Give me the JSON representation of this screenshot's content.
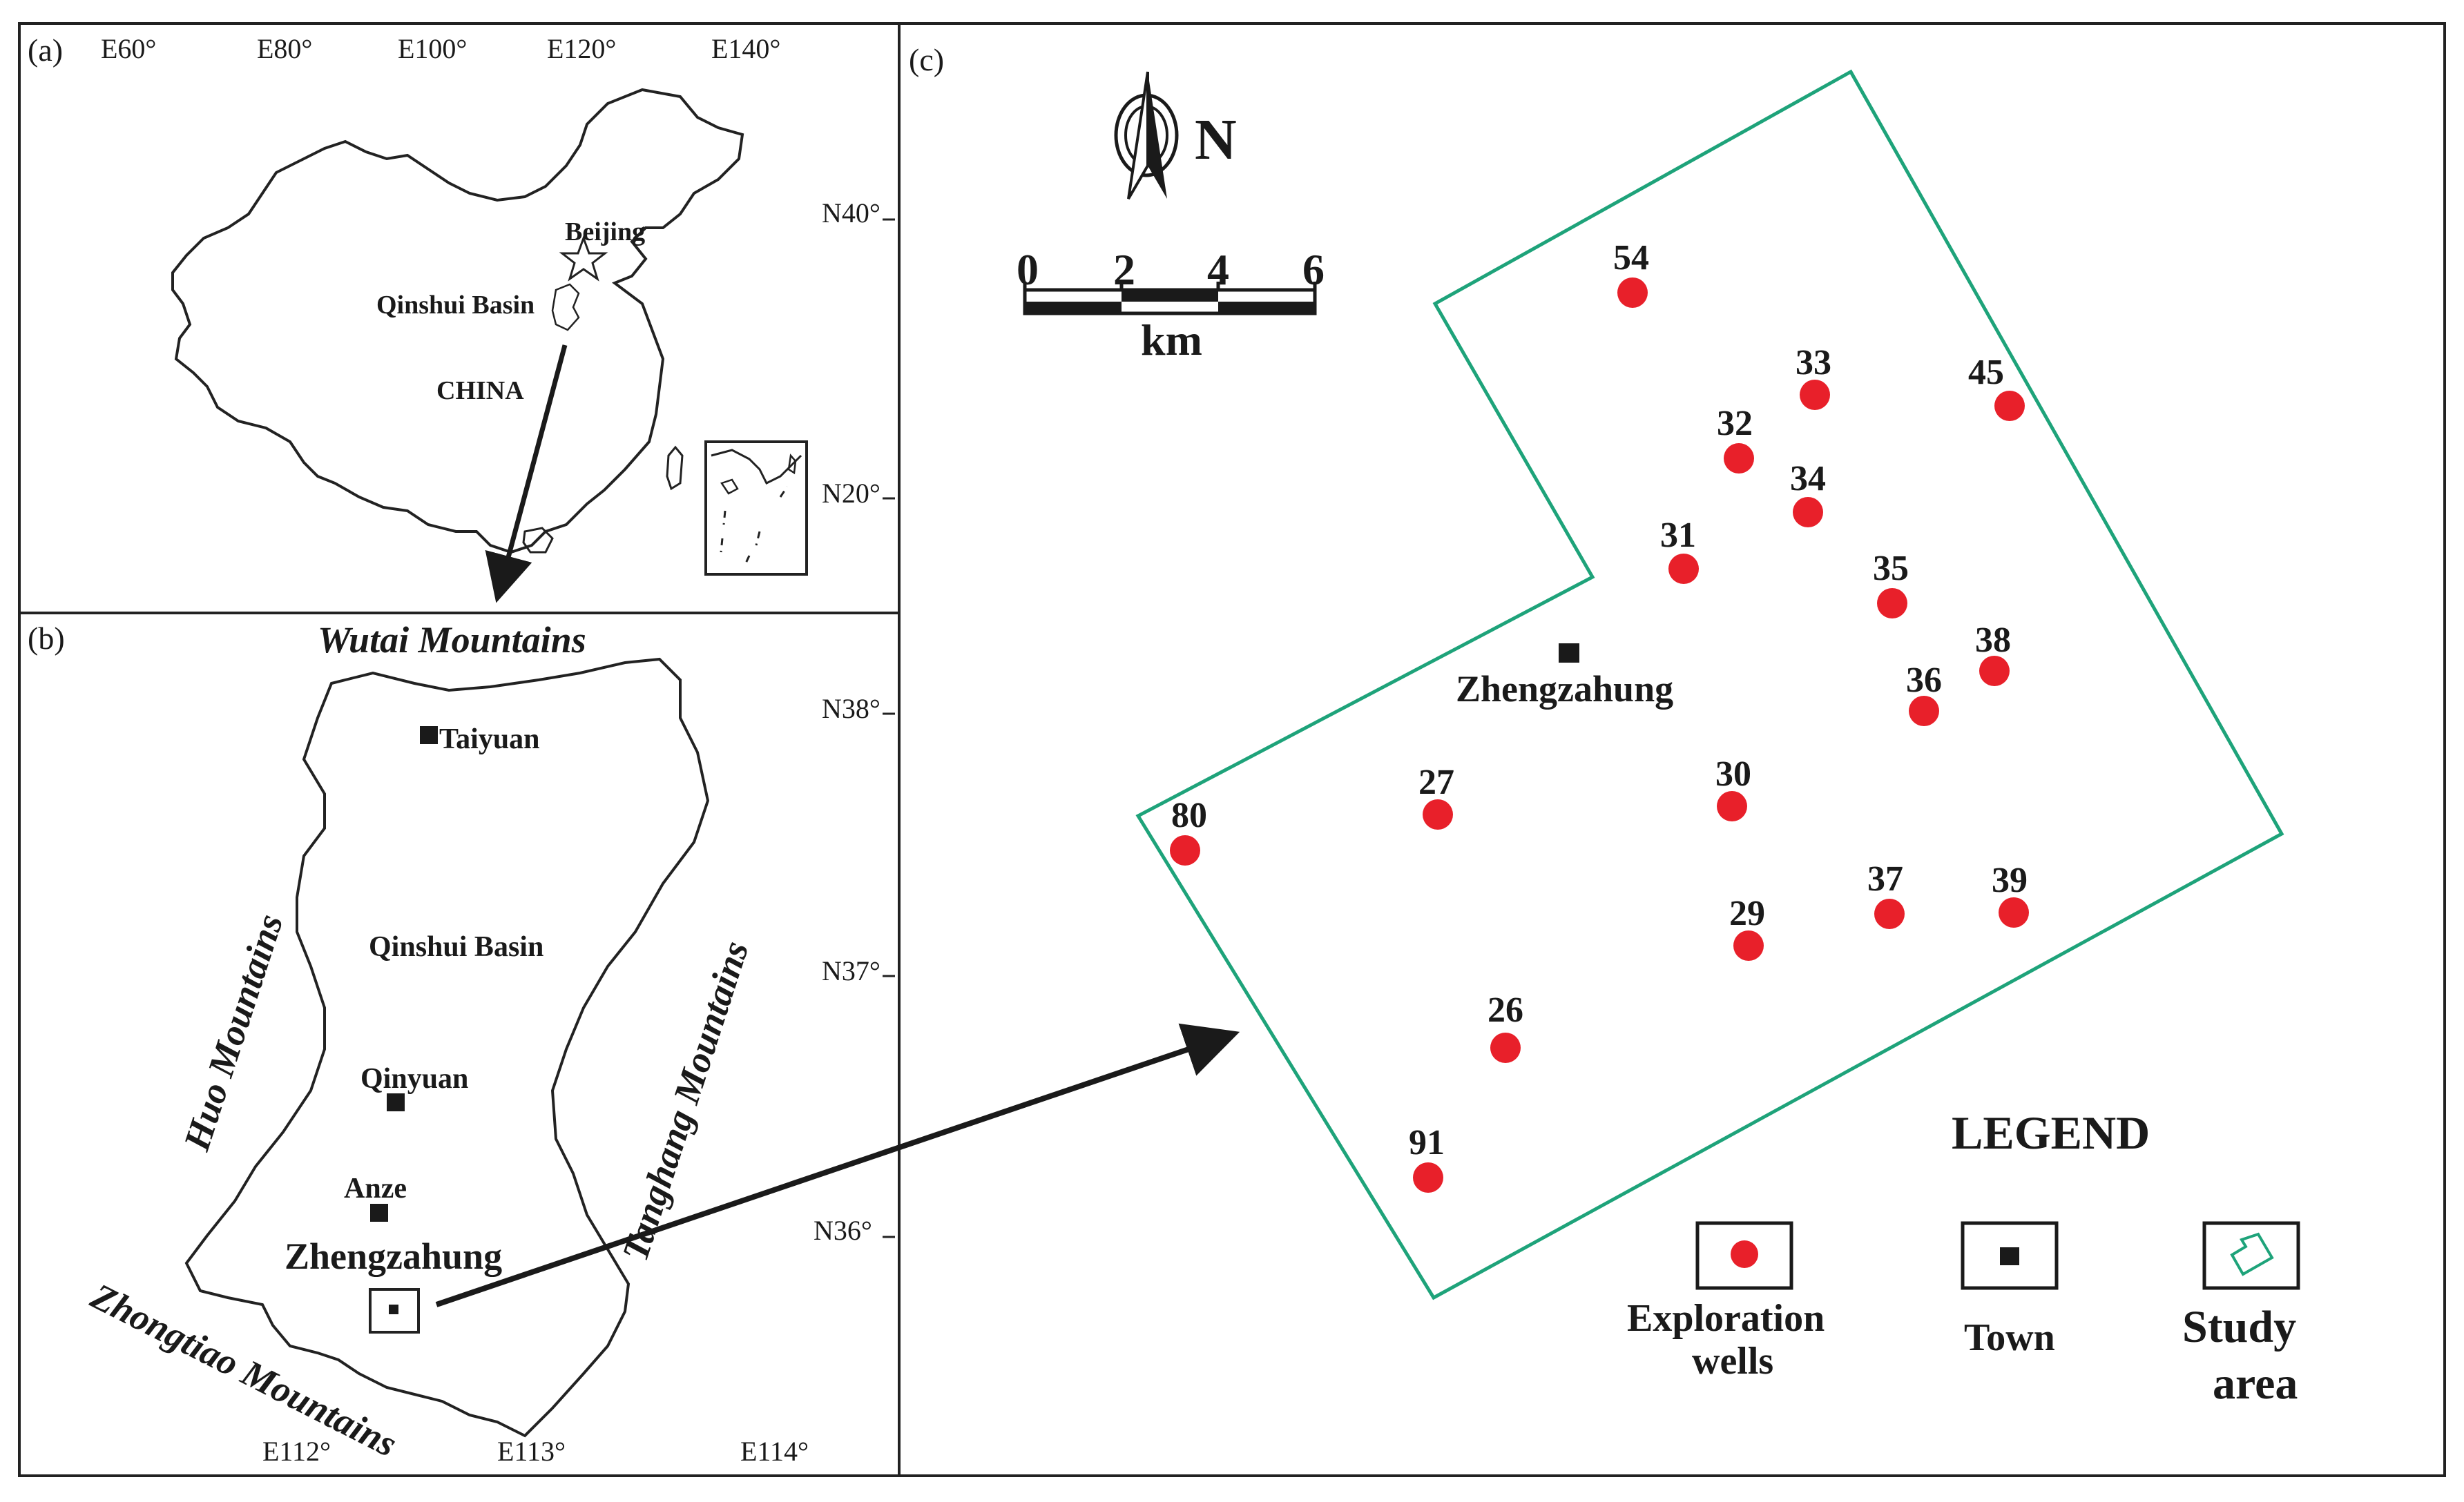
{
  "panels": {
    "a": {
      "label": "(a)",
      "lon_ticks": [
        "E60°",
        "E80°",
        "E100°",
        "E120°",
        "E140°"
      ],
      "lat_ticks": [
        "N40°",
        "N20°"
      ],
      "beijing": "Beijing",
      "basin": "Qinshui Basin",
      "country": "CHINA"
    },
    "b": {
      "label": "(b)",
      "lat_ticks": [
        "N38°",
        "N37°",
        "N36°"
      ],
      "lon_ticks": [
        "E112°",
        "E113°",
        "E114°"
      ],
      "mountains": {
        "north": "Wutai Mountains",
        "west": "Huo Mountains",
        "east": "Tanghang Mountains",
        "south": "Zhongtiao Mountains"
      },
      "basin": "Qinshui Basin",
      "towns": [
        "Taiyuan",
        "Qinyuan",
        "Anze",
        "Zhengzahung"
      ]
    },
    "c": {
      "label": "(c)",
      "north_label": "N",
      "scale": {
        "ticks": [
          "0",
          "2",
          "4",
          "6"
        ],
        "unit": "km"
      },
      "town": "Zhengzahung",
      "wells": [
        {
          "id": "54"
        },
        {
          "id": "33"
        },
        {
          "id": "45"
        },
        {
          "id": "32"
        },
        {
          "id": "34"
        },
        {
          "id": "31"
        },
        {
          "id": "35"
        },
        {
          "id": "38"
        },
        {
          "id": "36"
        },
        {
          "id": "27"
        },
        {
          "id": "30"
        },
        {
          "id": "80"
        },
        {
          "id": "37"
        },
        {
          "id": "39"
        },
        {
          "id": "29"
        },
        {
          "id": "26"
        },
        {
          "id": "91"
        }
      ],
      "legend": {
        "title": "LEGEND",
        "wells_label_1": "Exploration",
        "wells_label_2": "wells",
        "town_label": "Town",
        "area_label_1": "Study",
        "area_label_2": "area"
      }
    }
  },
  "colors": {
    "well": "#e8202a",
    "study_area": "#1ea37a",
    "ink": "#1a1a1a"
  }
}
